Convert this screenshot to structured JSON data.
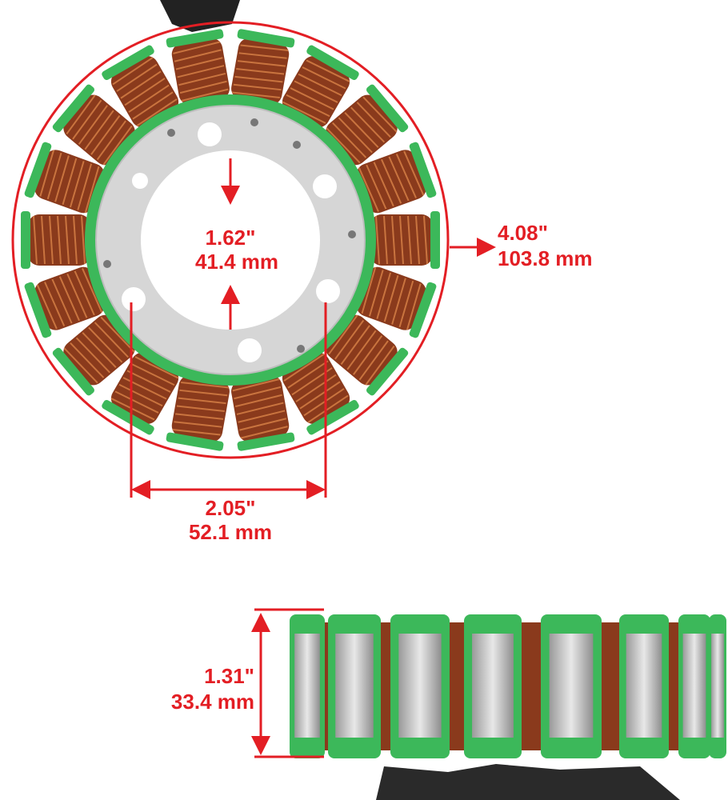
{
  "colors": {
    "accent_red": "#e31e24",
    "coil_copper": "#8a3a1c",
    "insulation_green": "#3cb85a",
    "core_silver": "#d9d9d9"
  },
  "top_view": {
    "coil_count": 18,
    "outer_diameter": {
      "inch": "4.08\"",
      "mm": "103.8 mm"
    },
    "inner_diameter": {
      "inch": "1.62\"",
      "mm": "41.4 mm"
    },
    "bolt_spacing": {
      "inch": "2.05\"",
      "mm": "52.1 mm"
    }
  },
  "side_view": {
    "height": {
      "inch": "1.31\"",
      "mm": "33.4 mm"
    }
  }
}
